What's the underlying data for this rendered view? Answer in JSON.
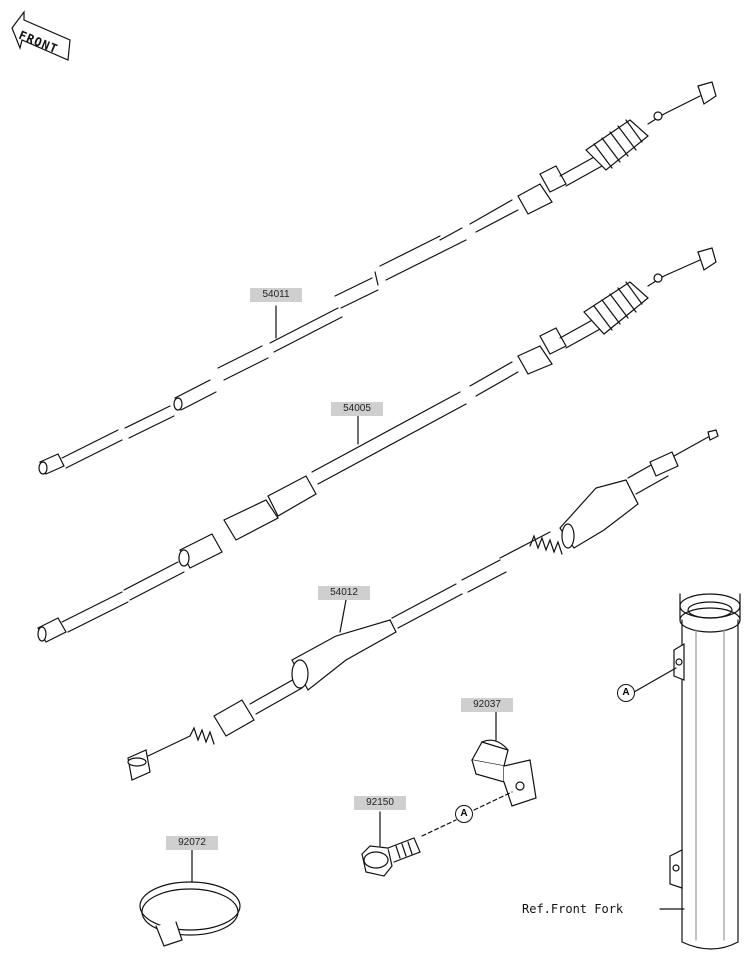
{
  "orientation": {
    "label": "FRONT",
    "icon": "front-arrow-icon"
  },
  "parts": [
    {
      "id": "p54011",
      "label": "54011"
    },
    {
      "id": "p54005",
      "label": "54005"
    },
    {
      "id": "p54012",
      "label": "54012"
    },
    {
      "id": "p92037",
      "label": "92037"
    },
    {
      "id": "p92150",
      "label": "92150"
    },
    {
      "id": "p92072",
      "label": "92072"
    }
  ],
  "callouts": {
    "a1": "A",
    "a2": "A"
  },
  "reference": {
    "front_fork": "Ref.Front Fork"
  },
  "colors": {
    "line": "#111111",
    "label_bg": "#cfcfcf",
    "shade": "#f2f2f2"
  }
}
